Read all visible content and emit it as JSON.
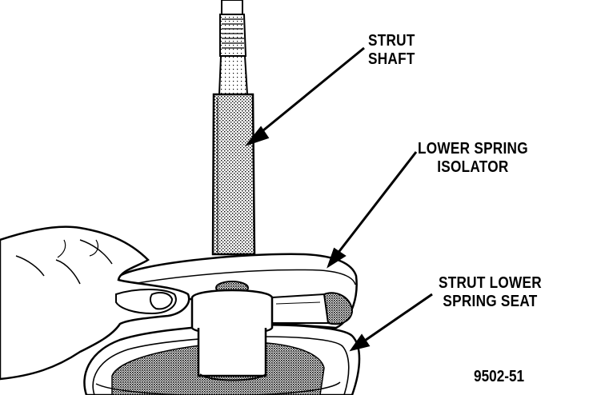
{
  "labels": {
    "strut_shaft": [
      "STRUT",
      "SHAFT"
    ],
    "lower_spring_isolator": [
      "LOWER SPRING",
      "ISOLATOR"
    ],
    "strut_lower_spring_seat": [
      "STRUT LOWER",
      "SPRING SEAT"
    ]
  },
  "figure_number": "9502-51"
}
